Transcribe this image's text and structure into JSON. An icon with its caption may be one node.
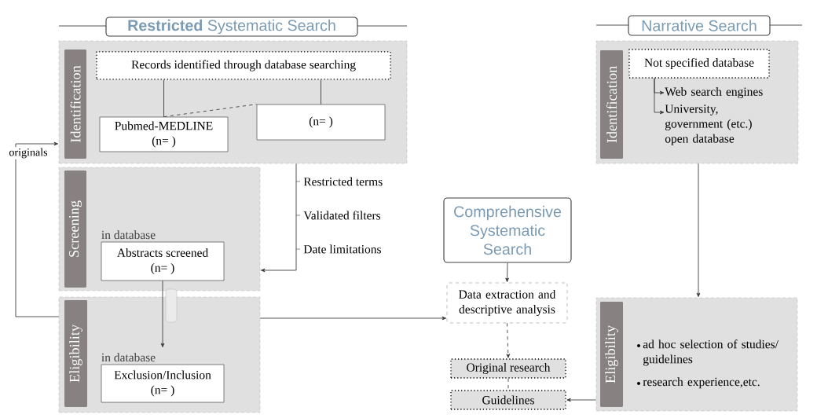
{
  "diagram": {
    "nodes": [
      {
        "text": [
          "**Restricted** Systematic Search"
        ]
      },
      {
        "text": [
          "Identification"
        ]
      },
      {
        "text": [
          "Records identified through database searching"
        ],
        "in": 1
      },
      {
        "text": [
          "Pubmed-MEDLINE",
          "(n= )"
        ],
        "in": 1
      },
      {
        "text": [
          "(n= )"
        ],
        "in": 1
      },
      {
        "text": [
          "Screening"
        ]
      },
      {
        "text": [
          "in database",
          "Abstracts screened",
          "(n= )"
        ],
        "in": 5
      },
      {
        "text": [
          "Eligibility"
        ]
      },
      {
        "text": [
          "in database",
          "Exclusion/Inclusion",
          "(n= )"
        ],
        "in": 7
      },
      {
        "text": [
          "Narrative Search"
        ]
      },
      {
        "text": [
          "Identification"
        ]
      },
      {
        "text": [
          "Not specified database"
        ],
        "in": 10
      },
      {
        "text": [
          "Web search engines"
        ],
        "in": 10
      },
      {
        "text": [
          "University, government (etc.) open database"
        ],
        "in": 10
      },
      {
        "text": [
          "Comprehensive Systematic Search"
        ]
      },
      {
        "text": [
          "Data extraction and descriptive analysis"
        ]
      },
      {
        "text": [
          "Original research"
        ]
      },
      {
        "text": [
          "Guidelines"
        ]
      },
      {
        "text": [
          "Eligibility",
          "ad hoc selection of studies/ guidelines",
          "research experience,etc."
        ]
      }
    ],
    "edges": [
      {
        "from": 2,
        "to": 3,
        "arrow": "none"
      },
      {
        "from": 2,
        "to": 4,
        "arrow": "none"
      },
      {
        "from": 3,
        "to": 4,
        "arrow": "none",
        "style": "dashed"
      },
      {
        "from": 1,
        "to": 5,
        "arrow": "to"
      },
      {
        "from": 6,
        "to": 8,
        "arrow": "to"
      },
      {
        "from": 7,
        "to": 15,
        "arrow": "to"
      },
      {
        "from": 7,
        "to": 1,
        "arrow": "to",
        "label": "originals"
      },
      {
        "from": 11,
        "to": 12,
        "arrow": "to"
      },
      {
        "from": 11,
        "to": 13,
        "arrow": "to"
      },
      {
        "from": 14,
        "to": 15,
        "arrow": "to"
      },
      {
        "from": 15,
        "to": 16,
        "arrow": "to",
        "style": "dashed"
      },
      {
        "from": 16,
        "to": 17,
        "arrow": "none",
        "style": "dashed"
      },
      {
        "from": 10,
        "to": 18,
        "arrow": "to"
      },
      {
        "from": 18,
        "to": 17,
        "arrow": "to"
      }
    ],
    "labels": [
      "Restricted terms",
      "Validated filters",
      "Date limitations"
    ]
  }
}
